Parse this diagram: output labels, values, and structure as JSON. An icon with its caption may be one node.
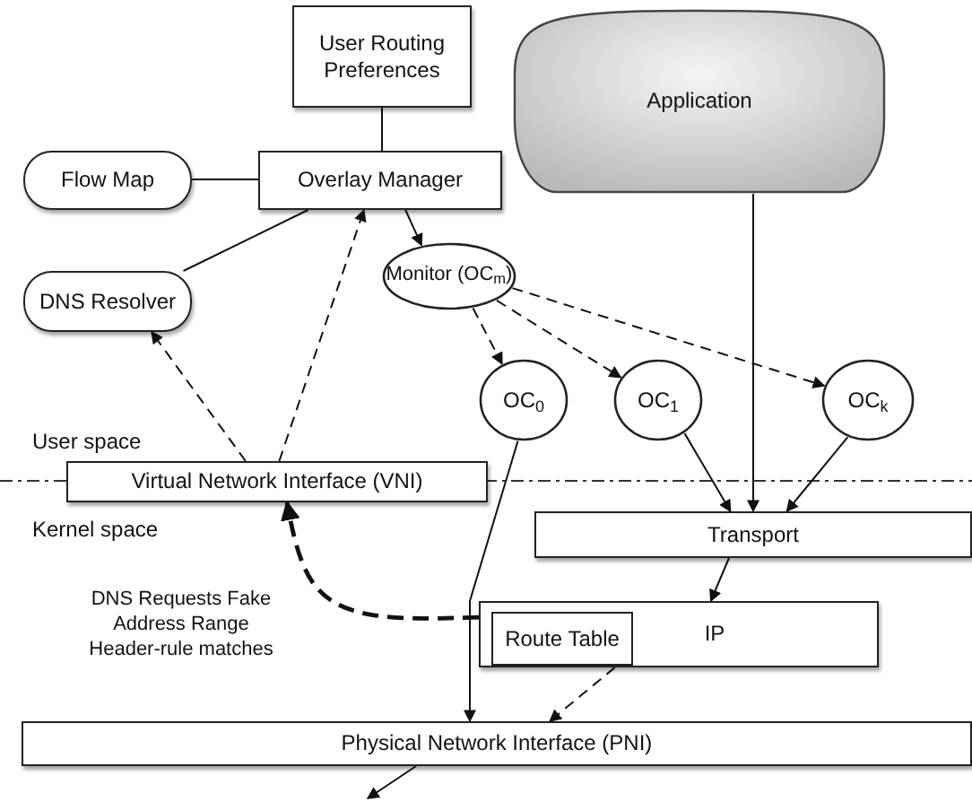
{
  "diagram": {
    "nodes": [
      {
        "text": [
          "User Routing Preferences"
        ]
      },
      {
        "text": [
          "Flow Map"
        ]
      },
      {
        "text": [
          "Overlay Manager"
        ]
      },
      {
        "text": [
          "DNS Resolver"
        ]
      },
      {
        "text": [
          "Monitor (OC$_{m}$)"
        ]
      },
      {
        "text": [
          "Application"
        ]
      },
      {
        "text": [
          "OC$_{0}$"
        ]
      },
      {
        "text": [
          "OC$_{1}$"
        ]
      },
      {
        "text": [
          "OC$_{k}$"
        ]
      },
      {
        "text": [
          "Virtual Network Interface (VNI)"
        ]
      },
      {
        "text": [
          "Transport"
        ]
      },
      {
        "text": [
          "IP"
        ]
      },
      {
        "text": [
          "Route Table"
        ],
        "in": 11
      },
      {
        "text": [
          "Physical Network Interface (PNI)"
        ]
      }
    ],
    "edges": [
      {
        "from": 0,
        "to": 2,
        "arrow": "none"
      },
      {
        "from": 1,
        "to": 2,
        "arrow": "none"
      },
      {
        "from": 2,
        "to": 3,
        "arrow": "none"
      },
      {
        "from": 2,
        "to": 4,
        "arrow": "to"
      },
      {
        "from": 9,
        "to": 3,
        "arrow": "to",
        "style": "dashed"
      },
      {
        "from": 9,
        "to": 2,
        "arrow": "to",
        "style": "dashed"
      },
      {
        "from": 4,
        "to": 6,
        "arrow": "to",
        "style": "dashed"
      },
      {
        "from": 4,
        "to": 7,
        "arrow": "to",
        "style": "dashed"
      },
      {
        "from": 4,
        "to": 8,
        "arrow": "to",
        "style": "dashed"
      },
      {
        "from": 5,
        "to": 10,
        "arrow": "to"
      },
      {
        "from": 7,
        "to": 10,
        "arrow": "to"
      },
      {
        "from": 8,
        "to": 10,
        "arrow": "to"
      },
      {
        "from": 6,
        "to": 13,
        "arrow": "to"
      },
      {
        "from": 10,
        "to": 11,
        "arrow": "to"
      },
      {
        "from": 11,
        "to": 9,
        "arrow": "to",
        "style": "dashed",
        "label": "DNS Requests Fake Address Range Header-rule matches"
      },
      {
        "from": 11,
        "to": 13,
        "arrow": "to",
        "style": "dashed"
      },
      {
        "from": 13,
        "to": null,
        "arrow": "to"
      }
    ],
    "labels": [
      "User space",
      "Kernel space"
    ]
  }
}
